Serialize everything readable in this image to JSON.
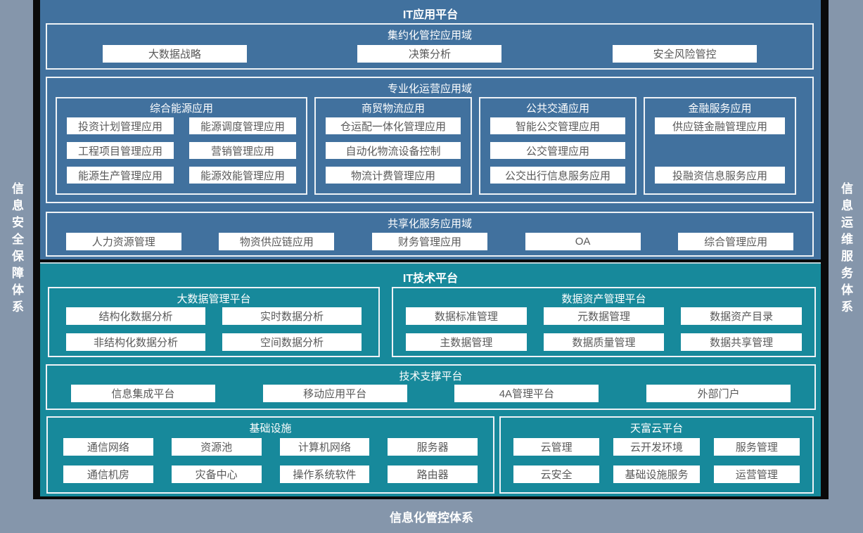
{
  "colors": {
    "background": "#0a0a0a",
    "gray_bar": "#8596AB",
    "blue_panel": "#41719E",
    "teal_panel": "#17899B",
    "item_box_bg": "#ffffff",
    "item_box_text": "#595959",
    "section_border": "#eef2f6"
  },
  "left_bar": {
    "label": "信息安全保障体系"
  },
  "right_bar": {
    "label": "信息运维服务体系"
  },
  "bottom_bar": {
    "label": "信息化管控体系"
  },
  "it_app_platform": {
    "title": "IT应用平台",
    "sections": {
      "intensive": {
        "title": "集约化管控应用域",
        "items": [
          "大数据战略",
          "决策分析",
          "安全风险管控"
        ]
      },
      "professional": {
        "title": "专业化运营应用域",
        "groups": [
          {
            "title": "综合能源应用",
            "items": [
              "投资计划管理应用",
              "能源调度管理应用",
              "工程项目管理应用",
              "营销管理应用",
              "能源生产管理应用",
              "能源效能管理应用"
            ]
          },
          {
            "title": "商贸物流应用",
            "items": [
              "仓运配一体化管理应用",
              "自动化物流设备控制",
              "物流计费管理应用"
            ]
          },
          {
            "title": "公共交通应用",
            "items": [
              "智能公交管理应用",
              "公交管理应用",
              "公交出行信息服务应用"
            ]
          },
          {
            "title": "金融服务应用",
            "items": [
              "供应链金融管理应用",
              "投融资信息服务应用"
            ]
          }
        ]
      },
      "shared": {
        "title": "共享化服务应用域",
        "items": [
          "人力资源管理",
          "物资供应链应用",
          "财务管理应用",
          "OA",
          "综合管理应用"
        ]
      }
    }
  },
  "it_tech_platform": {
    "title": "IT技术平台",
    "sections": {
      "bigdata": {
        "title": "大数据管理平台",
        "items": [
          "结构化数据分析",
          "实时数据分析",
          "非结构化数据分析",
          "空间数据分析"
        ]
      },
      "data_asset": {
        "title": "数据资产管理平台",
        "items": [
          "数据标准管理",
          "元数据管理",
          "数据资产目录",
          "主数据管理",
          "数据质量管理",
          "数据共享管理"
        ]
      },
      "tech_support": {
        "title": "技术支撑平台",
        "items": [
          "信息集成平台",
          "移动应用平台",
          "4A管理平台",
          "外部门户"
        ]
      },
      "infrastructure": {
        "title": "基础设施",
        "items": [
          "通信网络",
          "资源池",
          "计算机网络",
          "服务器",
          "通信机房",
          "灾备中心",
          "操作系统软件",
          "路由器"
        ]
      },
      "cloud": {
        "title": "天富云平台",
        "items": [
          "云管理",
          "云开发环境",
          "服务管理",
          "云安全",
          "基础设施服务",
          "运营管理"
        ]
      }
    }
  }
}
